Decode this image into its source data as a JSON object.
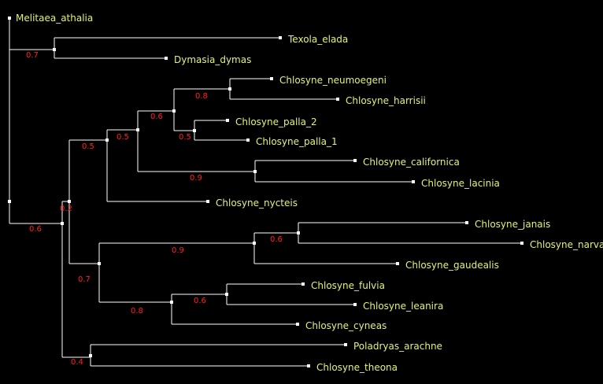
{
  "colors": {
    "background": "#000000",
    "branch": "#ffffff",
    "leaf_label": "#e6f07a",
    "support_value": "#ff2020"
  },
  "leaves": {
    "melitaea_athalia": "Melitaea_athalia",
    "texola_elada": "Texola_elada",
    "dymasia_dymas": "Dymasia_dymas",
    "chlosyne_neumoegeni": "Chlosyne_neumoegeni",
    "chlosyne_harrisii": "Chlosyne_harrisii",
    "chlosyne_palla_2": "Chlosyne_palla_2",
    "chlosyne_palla_1": "Chlosyne_palla_1",
    "chlosyne_californica": "Chlosyne_californica",
    "chlosyne_lacinia": "Chlosyne_lacinia",
    "chlosyne_nycteis": "Chlosyne_nycteis",
    "chlosyne_janais": "Chlosyne_janais",
    "chlosyne_narva": "Chlosyne_narva",
    "chlosyne_gaudealis": "Chlosyne_gaudealis",
    "chlosyne_fulvia": "Chlosyne_fulvia",
    "chlosyne_leanira": "Chlosyne_leanira",
    "chlosyne_cyneas": "Chlosyne_cyneas",
    "poladryas_arachne": "Poladryas_arachne",
    "chlosyne_theona": "Chlosyne_theona"
  },
  "supports": {
    "texola_dymasia": "0.7",
    "neumoegeni_harrisii": "0.8",
    "neumoegeni_palla": "0.6",
    "palla_pair": "0.5",
    "californica_lacinia": "0.9",
    "core_clade": "0.5",
    "nycteis_group": "0.5",
    "ingroup": "0.2",
    "root_split": "0.6",
    "janais_narva": "0.6",
    "janais_gaudealis": "0.9",
    "fulvia_leanira": "0.6",
    "fulvia_cyneas": "0.8",
    "janais_fulvia": "0.7",
    "poladryas_theona": "0.4"
  }
}
